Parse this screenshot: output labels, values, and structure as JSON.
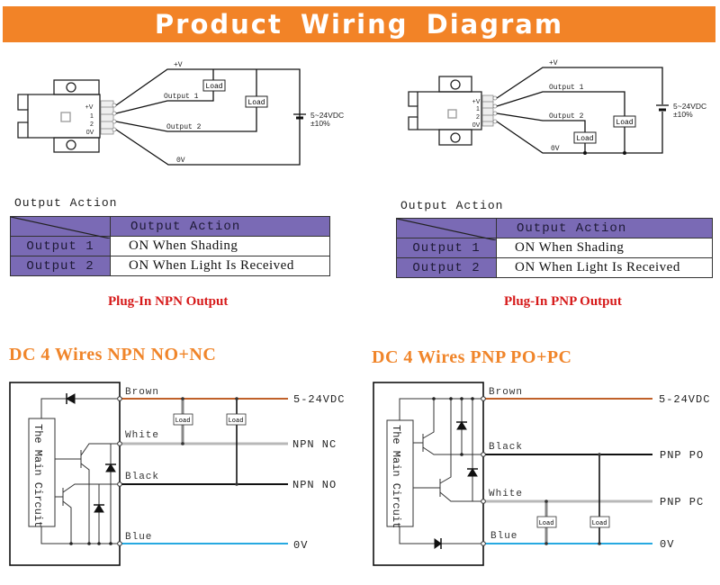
{
  "header": {
    "title": "Product Wiring Diagram"
  },
  "colors": {
    "banner": "#f28327",
    "table_header": "#7a6ab5",
    "caption_red": "#d61a1a",
    "section_orange": "#f0852a",
    "wire_brown": "#c0612a",
    "wire_white": "#b8b8b8",
    "wire_black": "#111111",
    "wire_blue": "#27a9e1"
  },
  "npn_plugin": {
    "pins": [
      "+V",
      "1",
      "2",
      "0V"
    ],
    "wires": {
      "vplus": "+V",
      "out1": "Output 1",
      "out2": "Output 2",
      "zero": "0V"
    },
    "load_label": "Load",
    "supply": {
      "voltage": "5~24VDC",
      "tolerance": "±10%"
    },
    "table": {
      "caption": "Output Action",
      "header": "Output Action",
      "rows": [
        {
          "label": "Output 1",
          "value": "ON When Shading"
        },
        {
          "label": "Output 2",
          "value": "ON When Light Is Received"
        }
      ]
    },
    "caption": "Plug-In NPN Output"
  },
  "pnp_plugin": {
    "pins": [
      "+V",
      "1",
      "2",
      "0V"
    ],
    "wires": {
      "vplus": "+V",
      "out1": "Output 1",
      "out2": "Output 2",
      "zero": "0V"
    },
    "load_label": "Load",
    "supply": {
      "voltage": "5~24VDC",
      "tolerance": "±10%"
    },
    "table": {
      "caption": "Output Action",
      "header": "Output Action",
      "rows": [
        {
          "label": "Output 1",
          "value": "ON When Shading"
        },
        {
          "label": "Output 2",
          "value": "ON When Light Is Received"
        }
      ]
    },
    "caption": "Plug-In PNP Output"
  },
  "npn_4wire": {
    "title": "DC 4 Wires NPN NO+NC",
    "circuit_label": "The Main Circuit",
    "wires": [
      {
        "color_name": "Brown",
        "terminal": "5-24VDC"
      },
      {
        "color_name": "White",
        "terminal": "NPN NC"
      },
      {
        "color_name": "Black",
        "terminal": "NPN NO"
      },
      {
        "color_name": "Blue",
        "terminal": "0V"
      }
    ],
    "load_label": "Load"
  },
  "pnp_4wire": {
    "title": "DC 4 Wires PNP PO+PC",
    "circuit_label": "The Main Circuit",
    "wires": [
      {
        "color_name": "Brown",
        "terminal": "5-24VDC"
      },
      {
        "color_name": "Black",
        "terminal": "PNP PO"
      },
      {
        "color_name": "White",
        "terminal": "PNP PC"
      },
      {
        "color_name": "Blue",
        "terminal": "0V"
      }
    ],
    "load_label": "Load"
  }
}
